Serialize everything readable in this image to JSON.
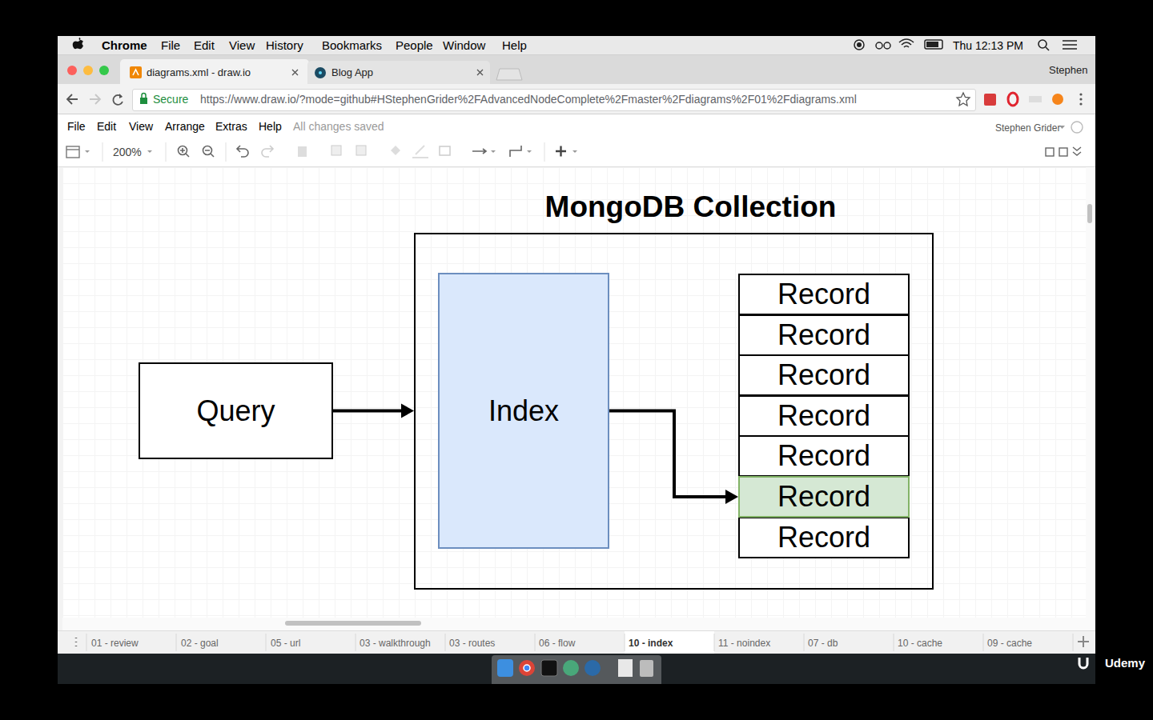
{
  "diagram": {
    "nodes": [
      {
        "text": [
          "Query"
        ]
      },
      {
        "text": [
          "MongoDB Collection"
        ]
      },
      {
        "text": [
          "Index"
        ],
        "in": 1
      },
      {
        "text": [
          "Record"
        ],
        "in": 1
      },
      {
        "text": [
          "Record"
        ],
        "in": 1
      },
      {
        "text": [
          "Record"
        ],
        "in": 1
      },
      {
        "text": [
          "Record"
        ],
        "in": 1
      },
      {
        "text": [
          "Record"
        ],
        "in": 1
      },
      {
        "text": [
          "Record"
        ],
        "in": 1
      },
      {
        "text": [
          "Record"
        ],
        "in": 1
      }
    ],
    "edges": [
      {
        "from": 0,
        "to": 1,
        "arrow": "to"
      },
      {
        "from": 2,
        "to": 8,
        "arrow": "to"
      }
    ],
    "labels": [
      "Chrome",
      "File",
      "Edit",
      "View",
      "History",
      "Bookmarks",
      "People",
      "Window",
      "Help",
      "Thu 12:13 PM",
      "diagrams.xml - draw.io",
      "Blog App",
      "Stephen",
      "Secure",
      "https://www.draw.io/?mode=github#HStephenGrider%2FAdvancedNodeComplete%2Fmaster%2Fdiagrams%2F01%2Fdiagrams.xml",
      "File",
      "Edit",
      "View",
      "Arrange",
      "Extras",
      "Help",
      "All changes saved",
      "Stephen Grider",
      "200%",
      "01 - review",
      "02 - goal",
      "05 - url",
      "03 - walkthrough",
      "03 - routes",
      "06 - flow",
      "10 - index",
      "11 - noindex",
      "07 - db",
      "10 - cache",
      "09 - cache",
      "Udemy"
    ]
  }
}
